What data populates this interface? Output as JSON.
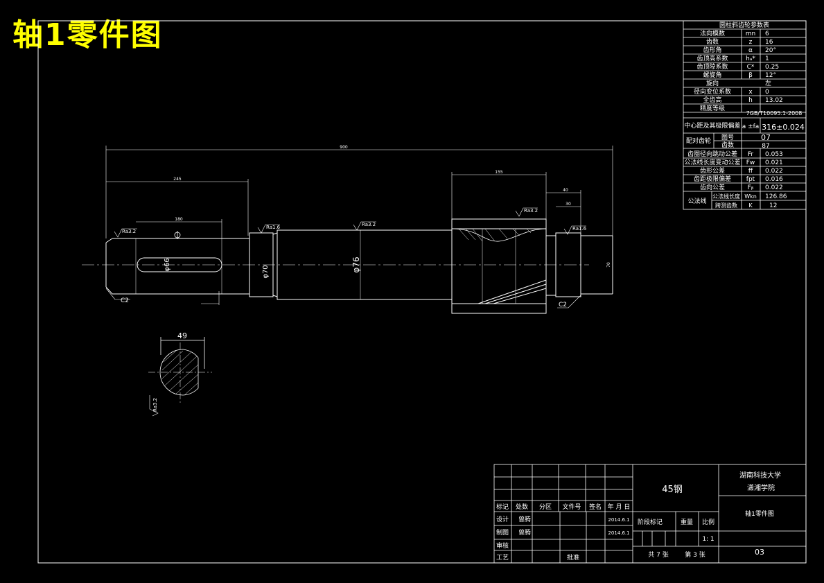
{
  "sheet_title": "轴1零件图",
  "gear_table": {
    "header": "圆柱斜齿轮参数表",
    "rows": [
      {
        "name": "法向模数",
        "sym": "mn",
        "val": "6"
      },
      {
        "name": "齿数",
        "sym": "z",
        "val": "16"
      },
      {
        "name": "齿形角",
        "sym": "α",
        "val": "20°"
      },
      {
        "name": "齿顶高系数",
        "sym": "hₐ*",
        "val": "1"
      },
      {
        "name": "齿顶隙系数",
        "sym": "C*",
        "val": "0.25"
      },
      {
        "name": "螺旋角",
        "sym": "β",
        "val": "12°"
      },
      {
        "name": "旋向",
        "sym": "",
        "val": "左"
      },
      {
        "name": "径向变位系数",
        "sym": "x",
        "val": "0"
      },
      {
        "name": "全齿高",
        "sym": "h",
        "val": "13.02"
      },
      {
        "name": "精度等级",
        "sym": "",
        "val": "7GB/T10095.1-2008"
      }
    ],
    "center_distance": {
      "name": "中心距及其极限偏差",
      "sym": "a ±fa",
      "val": "316±0.024"
    },
    "mating": {
      "name": "配对齿轮",
      "sub1": "图号",
      "val1": "07",
      "sub2": "齿数",
      "val2": "87"
    },
    "tolerances": [
      {
        "name": "齿圈径向跳动公差",
        "sym": "Fr",
        "val": "0.053"
      },
      {
        "name": "公法线长度变动公差",
        "sym": "Fw",
        "val": "0.021"
      },
      {
        "name": "齿形公差",
        "sym": "ff",
        "val": "0.022"
      },
      {
        "name": "齿距极限偏差",
        "sym": "fpt",
        "val": "0.016"
      },
      {
        "name": "齿向公差",
        "sym": "Fᵦ",
        "val": "0.022"
      }
    ],
    "common_normal": {
      "name": "公法线",
      "sub1": "公法线长度",
      "sym1": "Wkn",
      "val1": "126.86",
      "sub2": "跨测齿数",
      "sym2": "K",
      "val2": "12"
    }
  },
  "dimensions": {
    "overall": "900",
    "left_len": "245",
    "key_len": "180",
    "gear_len": "155",
    "r1": "40",
    "r2": "30",
    "dia_70": "φ70",
    "dia_76": "φ76",
    "dia_66": "φ66",
    "dia_right": "70",
    "section_width": "49",
    "chamfer_left": "C2",
    "chamfer_right": "C2"
  },
  "roughness": {
    "r32a": "Ra3.2",
    "r16a": "Ra1.6",
    "r32b": "Ra3.2",
    "r32c": "Ra3.2",
    "r16b": "Ra1.6",
    "r32sec": "Ra3.2"
  },
  "title_block": {
    "material": "45钢",
    "school_line1": "湖南科技大学",
    "school_line2": "潇湘学院",
    "drawing_name": "轴1零件图",
    "drawing_no": "03",
    "col_labels": [
      "标记",
      "处数",
      "分区",
      "文件号",
      "签名",
      "年 月 日"
    ],
    "stage_mark": "阶段标记",
    "weight": "重量",
    "scale_label": "比例",
    "scale": "1: 1",
    "sheets_total": "共 7 张",
    "sheet_no": "第 3 张",
    "design_label": "设计",
    "design_name": "曾腾",
    "design_date": "2014.6.1",
    "draw_label": "制图",
    "draw_name": "曾腾",
    "draw_date": "2014.6.1",
    "review_label": "审核",
    "process_label": "工艺",
    "approve_label": "批准"
  }
}
